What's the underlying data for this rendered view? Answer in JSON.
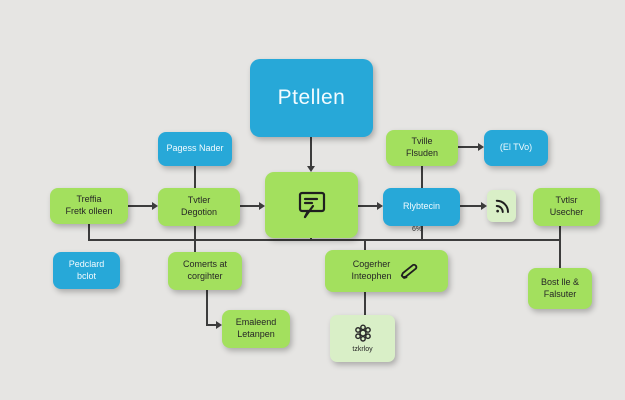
{
  "diagram": {
    "background_color": "#e6e5e3",
    "colors": {
      "blue": "#27a8d8",
      "green": "#a3e05e",
      "pale_green": "#d9efc7",
      "line": "#3c3c3c"
    },
    "nodes": {
      "ptellen": {
        "label": "Ptellen"
      },
      "pagess": {
        "label": "Pagess Nader"
      },
      "treffia": {
        "line1": "Treffia",
        "line2": "Fretk olleen"
      },
      "tvtler": {
        "line1": "Tvtler",
        "line2": "Degotion"
      },
      "center_doc": {
        "icon": "document-note-icon"
      },
      "rlybtecin": {
        "label": "Rlybtecin"
      },
      "tville": {
        "line1": "Tville",
        "line2": "Flsuden"
      },
      "el_tvo": {
        "label": "(El TVo)"
      },
      "wifi": {
        "icon": "wifi-signal-icon"
      },
      "tvtlsr": {
        "line1": "Tvtlsr",
        "line2": "Usecher"
      },
      "pedclard": {
        "line1": "Pedclard",
        "line2": "bclot"
      },
      "comerts": {
        "line1": "Comerts at",
        "line2": "corgihter"
      },
      "cogerher": {
        "line1": "Cogerher",
        "line2": "Inteophen",
        "icon": "pencil-icon"
      },
      "bost": {
        "line1": "Bost lle &",
        "line2": "Falsuter"
      },
      "emaleend": {
        "line1": "Emaleend",
        "line2": "Letanpen"
      },
      "gear": {
        "label": "tzkrloy",
        "icon": "gear-icon"
      }
    },
    "annotations": {
      "connector_label": "6%"
    }
  }
}
